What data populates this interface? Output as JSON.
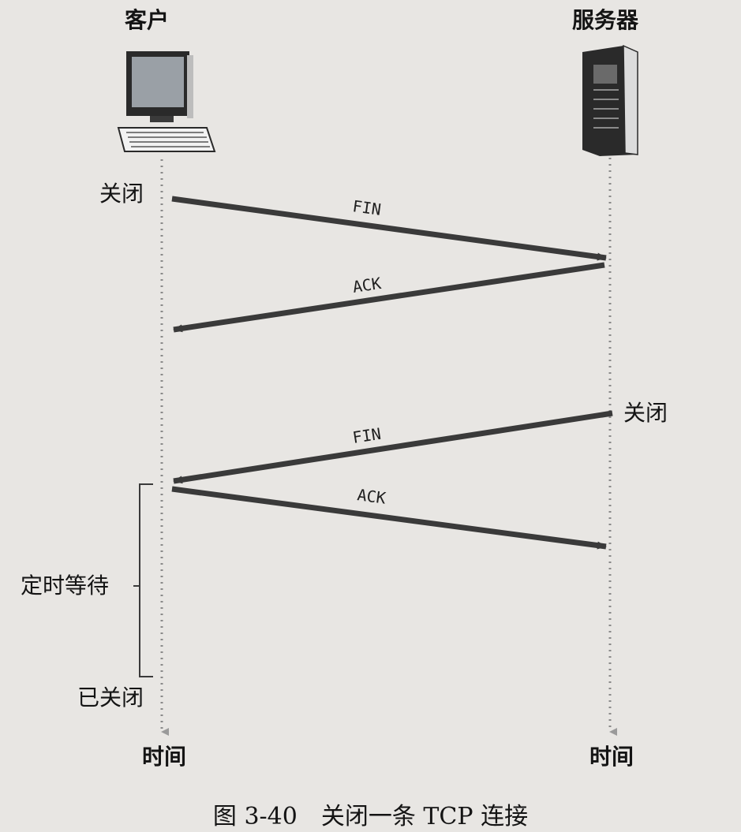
{
  "diagram": {
    "client_label": "客户",
    "server_label": "服务器",
    "client_close_label": "关闭",
    "server_close_label": "关闭",
    "messages": [
      {
        "label": "FIN",
        "from": "client",
        "to": "server"
      },
      {
        "label": "ACK",
        "from": "server",
        "to": "client"
      },
      {
        "label": "FIN",
        "from": "server",
        "to": "client"
      },
      {
        "label": "ACK",
        "from": "client",
        "to": "server"
      }
    ],
    "timed_wait_label": "定时等待",
    "closed_label": "已关闭",
    "time_label_left": "时间",
    "time_label_right": "时间"
  },
  "caption": "图 3-40　关闭一条 TCP 连接",
  "colors": {
    "background": "#e8e6e3",
    "arrow": "#3a3a3a",
    "timeline": "#8a8a8a",
    "text": "#141414"
  },
  "icons": [
    "desktop-computer-icon",
    "server-tower-icon"
  ]
}
